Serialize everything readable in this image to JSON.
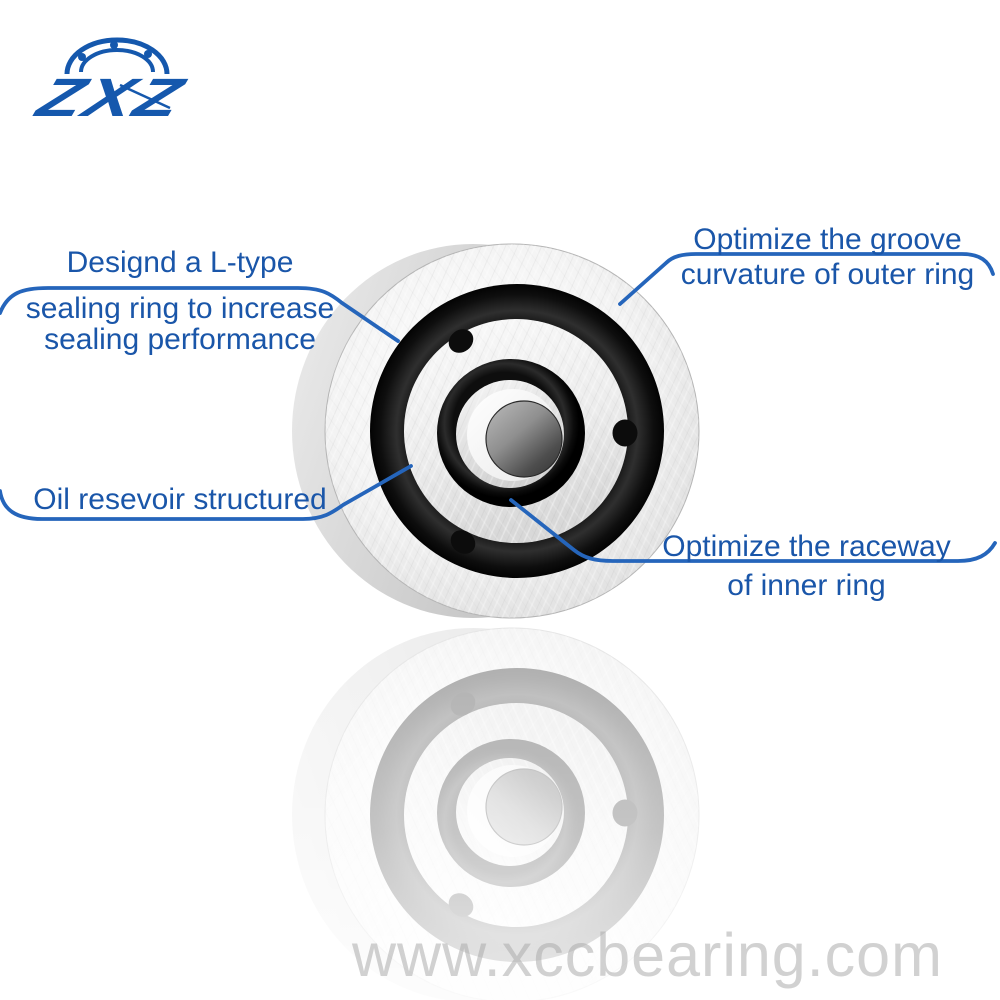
{
  "logo": {
    "text": "ZXZ",
    "icon": "bearing-arc-icon"
  },
  "annotations": {
    "seal": {
      "lines": [
        "Designd a L-type",
        "sealing ring to increase",
        "sealing performance"
      ]
    },
    "groove": {
      "lines": [
        "Optimize the groove",
        "curvature of outer ring"
      ]
    },
    "oil": {
      "lines": [
        "Oil resevoir structured"
      ]
    },
    "raceway": {
      "lines": [
        "Optimize the raceway",
        "of inner ring"
      ]
    }
  },
  "watermark": {
    "text": "www.xccbearing.com"
  },
  "colors": {
    "annotation_text": "#1a56a9",
    "leader_line": "#2565bb",
    "logo_blue": "#1558ad",
    "background": "#ffffff"
  }
}
